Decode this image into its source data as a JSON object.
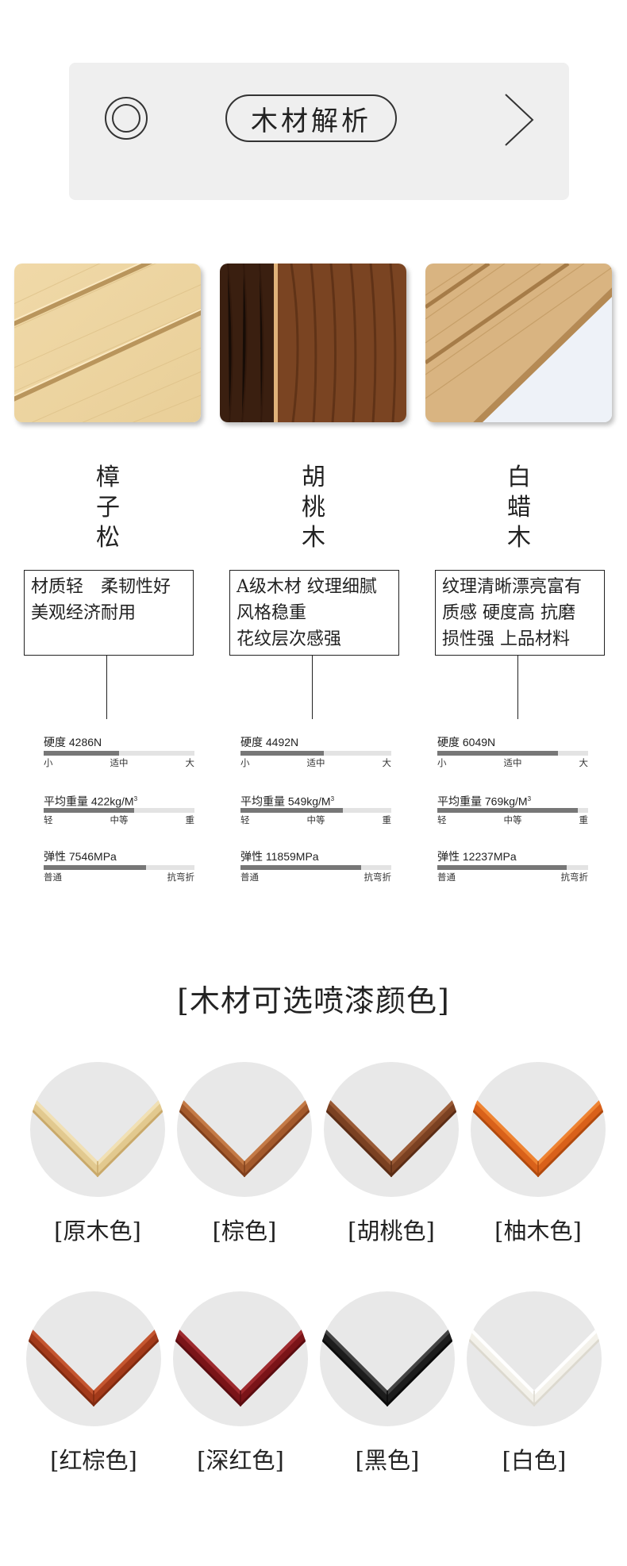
{
  "header": {
    "title": "木材解析"
  },
  "woods": [
    {
      "name_chars": [
        "樟",
        "子",
        "松"
      ],
      "desc": [
        "材质轻　柔韧性好",
        "",
        "美观经济耐用"
      ],
      "hardness": {
        "label": "硬度 4286N",
        "ticks": [
          "小",
          "适中",
          "大"
        ],
        "level": 0.5
      },
      "weight": {
        "label": "平均重量 422kg/M",
        "sup": "3",
        "ticks": [
          "轻",
          "中等",
          "重"
        ],
        "level": 0.6
      },
      "elasticity": {
        "label": "弹性 7546MPa",
        "ticks": [
          "普通",
          "抗弯折"
        ],
        "level": 0.68
      }
    },
    {
      "name_chars": [
        "胡",
        "桃",
        "木"
      ],
      "desc": [
        "A级木材 纹理细腻",
        "风格稳重",
        "花纹层次感强"
      ],
      "hardness": {
        "label": "硬度 4492N",
        "ticks": [
          "小",
          "适中",
          "大"
        ],
        "level": 0.55
      },
      "weight": {
        "label": "平均重量 549kg/M",
        "sup": "3",
        "ticks": [
          "轻",
          "中等",
          "重"
        ],
        "level": 0.68
      },
      "elasticity": {
        "label": "弹性 11859MPa",
        "ticks": [
          "普通",
          "抗弯折"
        ],
        "level": 0.8
      }
    },
    {
      "name_chars": [
        "白",
        "蜡",
        "木"
      ],
      "desc": [
        "纹理清晰漂亮富有",
        "质感 硬度高 抗磨",
        "损性强 上品材料"
      ],
      "hardness": {
        "label": "硬度 6049N",
        "ticks": [
          "小",
          "适中",
          "大"
        ],
        "level": 0.8
      },
      "weight": {
        "label": "平均重量 769kg/M",
        "sup": "3",
        "ticks": [
          "轻",
          "中等",
          "重"
        ],
        "level": 0.93
      },
      "elasticity": {
        "label": "弹性 12237MPa",
        "ticks": [
          "普通",
          "抗弯折"
        ],
        "level": 0.86
      }
    }
  ],
  "colors_section": {
    "title": "[木材可选喷漆颜色]"
  },
  "swatches": [
    {
      "label": "[原木色]",
      "color": "#e2c98f",
      "dark": "#c9a96a",
      "light": "#f1e0b4"
    },
    {
      "label": "[棕色]",
      "color": "#a45a2c",
      "dark": "#7e3f1c",
      "light": "#c47a46"
    },
    {
      "label": "[胡桃色]",
      "color": "#7b4122",
      "dark": "#5a2c15",
      "light": "#9a5a35"
    },
    {
      "label": "[柚木色]",
      "color": "#d9611a",
      "dark": "#b04a0e",
      "light": "#ef8432"
    },
    {
      "label": "[红棕色]",
      "color": "#a33a1a",
      "dark": "#7f2a10",
      "light": "#c4552f"
    },
    {
      "label": "[深红色]",
      "color": "#7a1418",
      "dark": "#5a0c10",
      "light": "#9e2a2e"
    },
    {
      "label": "[黑色]",
      "color": "#1c1c1c",
      "dark": "#0a0a0a",
      "light": "#444444"
    },
    {
      "label": "[白色]",
      "color": "#f3f1ea",
      "dark": "#dcd9cf",
      "light": "#ffffff"
    }
  ]
}
